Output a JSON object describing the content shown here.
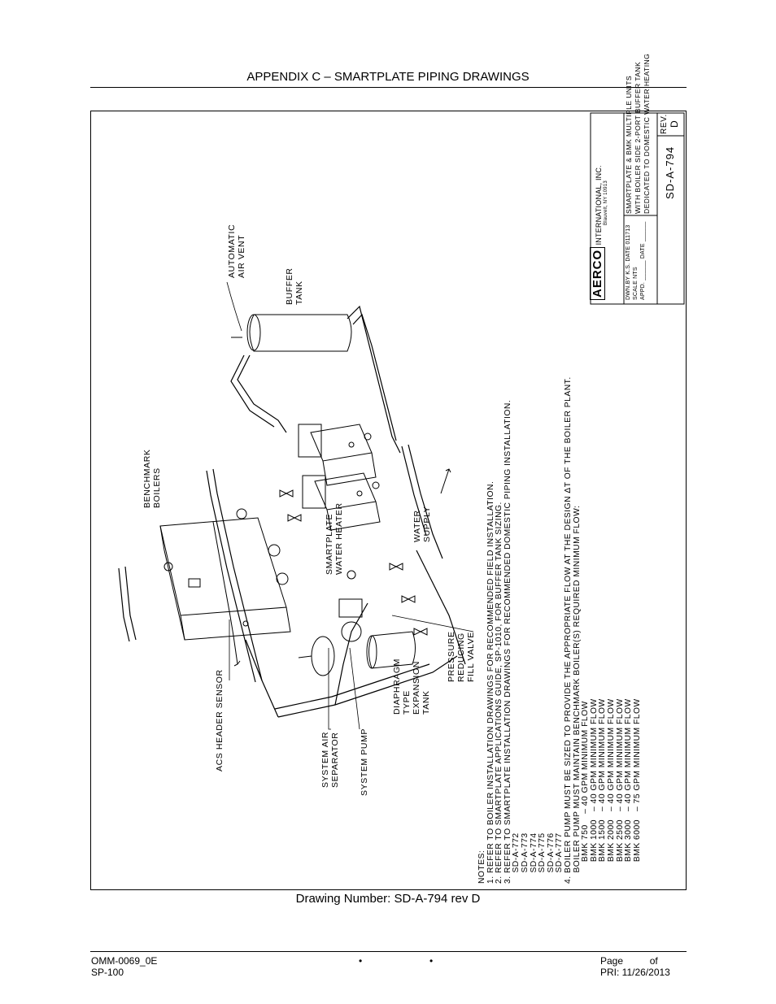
{
  "header": {
    "title": "APPENDIX C – SMARTPLATE PIPING DRAWINGS"
  },
  "drawing": {
    "labels": {
      "automatic_air_vent": [
        "AUTOMATIC",
        "AIR VENT"
      ],
      "buffer_tank": [
        "BUFFER",
        "TANK"
      ],
      "benchmark_boilers": [
        "BENCHMARK",
        "BOILERS"
      ],
      "smartplate_water_heater": [
        "SMARTPLATE",
        "WATER HEATER"
      ],
      "water_supply": [
        "WATER",
        "SUPPLY"
      ],
      "acs_header_sensor": "ACS HEADER SENSOR",
      "system_air_separator": [
        "SYSTEM AIR",
        "SEPARATOR"
      ],
      "system_pump": "SYSTEM PUMP",
      "diaphragm_tank": [
        "DIAPHRAGM",
        "TYPE",
        "EXPANSION",
        "TANK"
      ],
      "pressure_valve": [
        "PRESSURE",
        "REDUCING",
        "FILL VALVE"
      ]
    },
    "notes": [
      "NOTES:",
      "1. REFER TO BOILER INSTALLATION DRAWINGS FOR RECOMMENDED FIELD INSTALLATION.",
      "2. REFER TO SMARTPLATE APPLICATIONS GUIDE, SP-1010, FOR BUFFER TANK SIZING.",
      "3. REFER TO SMARTPLATE INSTALLATION DRAWINGS FOR RECOMMENDED DOMESTIC PIPING INSTALLATION.",
      "    SD-A-772",
      "    SD-A-773",
      "    SD-A-774",
      "    SD-A-775",
      "    SD-A-776",
      "    SD-A-777",
      "4. BOILER PUMP MUST BE SIZED TO PROVIDE THE APPROPRIATE FLOW AT THE DESIGN ΔT OF THE BOILER PLANT.",
      "    BOILER PUMP MUST MAINTAIN BENCHMARK BOILER(S) REQUIRED MINIMUM FLOW:",
      "        BMK 750    – 40 GPM MINIMUM FLOW",
      "        BMK 1000   – 40 GPM MINIMUM FLOW",
      "        BMK 1500   – 40 GPM MINIMUM FLOW",
      "        BMK 2000   – 40 GPM MINIMUM FLOW",
      "        BMK 2500   – 40 GPM MINIMUM FLOW",
      "        BMK 3000   – 40 GPM MINIMUM FLOW",
      "        BMK 6000   – 75 GPM MINIMUM FLOW"
    ],
    "title_block": {
      "logo": "AERCO",
      "company": "INTERNATIONAL, INC.",
      "address": "Blauvelt, NY 10913",
      "description": [
        "SMARTPLATE & BMK MULTIPLE UNITS",
        "WITH BOILER SIDE 2-PORT BUFFER TANK",
        "DEDICATED TO DOMESTIC WATER HEATING"
      ],
      "dwn_by": "DWN.BY  K.S.  DATE 011713",
      "scale": "SCALE   NTS",
      "appd": "APPD. ______ DATE ______",
      "drawing_no": "SD-A-794",
      "rev_label": "REV.",
      "rev": "D"
    }
  },
  "caption": "Drawing Number: SD-A-794 rev D",
  "footer": {
    "doc_id": "OMM-0069_0E",
    "series": "SP-100",
    "bullet": "•",
    "page_label": "Page",
    "of_label": "of",
    "pri": "PRI:  11/26/2013"
  }
}
